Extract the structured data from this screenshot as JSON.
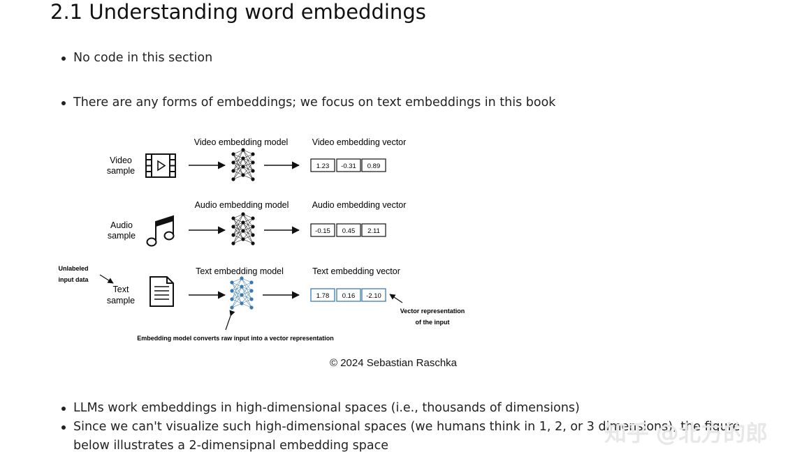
{
  "heading": "2.1 Understanding word embeddings",
  "bullets_top": [
    "No code in this section",
    "There are any forms of embeddings; we focus on text embeddings in this book"
  ],
  "figure": {
    "rows": [
      {
        "input_label_1": "Video",
        "input_label_2": "sample",
        "model_label": "Video embedding model",
        "vector_label": "Video embedding vector",
        "values": [
          "1.23",
          "-0.31",
          "0.89"
        ],
        "icon": "video-file-icon"
      },
      {
        "input_label_1": "Audio",
        "input_label_2": "sample",
        "model_label": "Audio embedding model",
        "vector_label": "Audio embedding vector",
        "values": [
          "-0.15",
          "0.45",
          "2.11"
        ],
        "icon": "music-note-icon"
      },
      {
        "input_label_1": "Text",
        "input_label_2": "sample",
        "model_label": "Text embedding model",
        "vector_label": "Text embedding vector",
        "values": [
          "1.78",
          "0.16",
          "-2.10"
        ],
        "icon": "document-icon"
      }
    ],
    "annotation_unlabeled_1": "Unlabeled",
    "annotation_unlabeled_2": "input data",
    "annotation_vector_1": "Vector representation",
    "annotation_vector_2": "of the input",
    "annotation_model": "Embedding model converts raw input into a vector representation",
    "copyright": "© 2024 Sebastian Raschka",
    "highlight_color": "#4a86b8"
  },
  "bullets_bottom": [
    "LLMs work embeddings in high-dimensional spaces (i.e., thousands of dimensions)",
    "Since we can't visualize such high-dimensional spaces (we humans think in 1, 2, or 3 dimensions), the figure below illustrates a 2-dimensipnal embedding space"
  ],
  "watermark": "知乎 @北方的郎"
}
